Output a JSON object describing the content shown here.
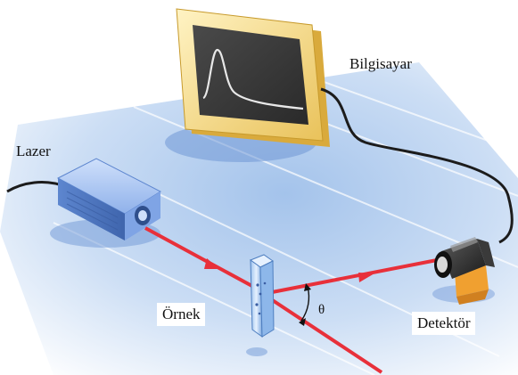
{
  "labels": {
    "laser": "Lazer",
    "computer": "Bilgisayar",
    "sample": "Örnek",
    "detector": "Detektör",
    "angle": "θ"
  },
  "colors": {
    "beam": "#e8303a",
    "table_shadow": "#b9d2ef",
    "monitor_frame": "#f1d27a",
    "monitor_screen": "#3c3c3c",
    "laser_body": "#7da3e3",
    "detector_body": "#2b2b2b",
    "detector_mount": "#f0a030"
  }
}
